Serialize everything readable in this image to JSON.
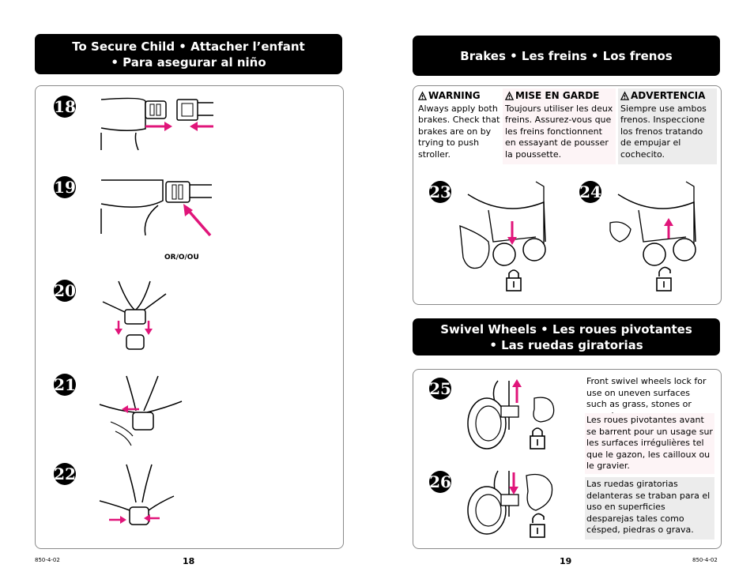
{
  "left_page": {
    "header_line1": "To Secure Child  •  Attacher l’enfant",
    "header_line2": "•  Para asegurar al niño",
    "steps": [
      "18",
      "19",
      "20",
      "21",
      "22"
    ],
    "or_label": "OR/O/OU",
    "doc_code": "850-4-02",
    "page_number": "18"
  },
  "right_page": {
    "brakes_header": "Brakes  •  Les freins  •  Los frenos",
    "warnings": [
      {
        "title": "WARNING",
        "body": "Always apply both brakes. Check that brakes are on by trying to push stroller."
      },
      {
        "title": "MISE EN GARDE",
        "body": "Toujours utiliser les deux freins. Assurez-vous que les freins fonctionnent en essayant de pousser la poussette."
      },
      {
        "title": "ADVERTENCIA",
        "body": "Siempre use ambos frenos. Inspeccione los frenos tratando de empujar el cochecito."
      }
    ],
    "brake_steps": [
      "23",
      "24"
    ],
    "swivel_header_line1": "Swivel Wheels  •  Les roues pivotantes",
    "swivel_header_line2": "•  Las ruedas giratorias",
    "swivel_steps": [
      "25",
      "26"
    ],
    "swivel_text_en": "Front swivel wheels lock for use on uneven surfaces such as grass, stones or gravel.",
    "swivel_text_fr": "Les roues pivotantes avant se barrent pour un usage sur les surfaces irrégulières tel que le gazon, les cailloux ou le gravier.",
    "swivel_text_es": "Las ruedas giratorias delanteras se traban para el uso en superficies desparejas tales como césped, piedras o grava.",
    "doc_code": "850-4-02",
    "page_number": "19"
  },
  "colors": {
    "accent": "#e0157a",
    "header_bg": "#000000",
    "tint": "#fdf4f6",
    "gray_box": "#ececec"
  },
  "icons": [
    "warning-triangle-icon",
    "lock-icon",
    "unlock-icon",
    "arrow-icon"
  ]
}
